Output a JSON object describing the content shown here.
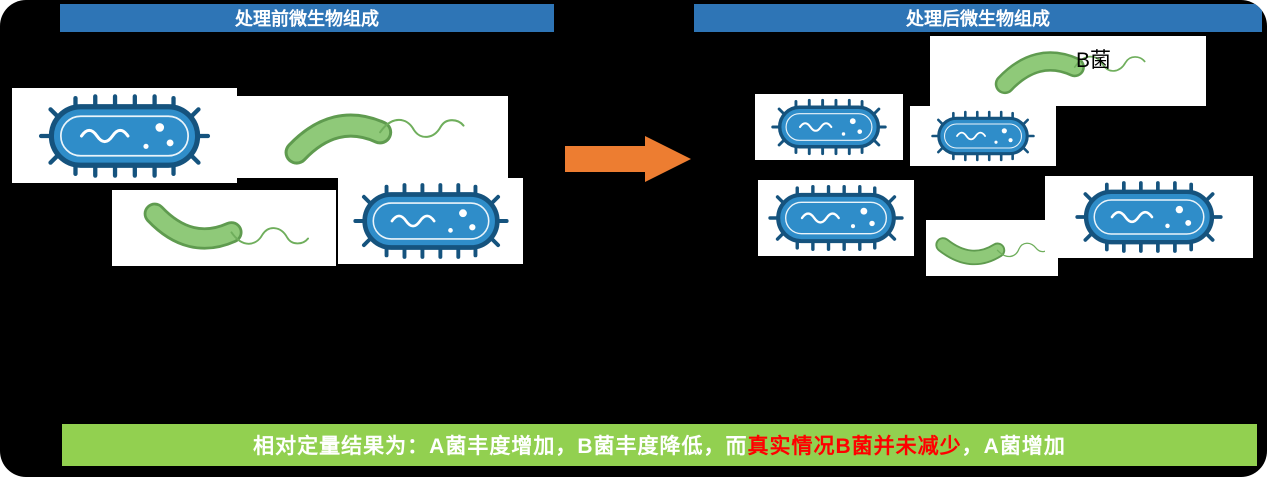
{
  "headers": {
    "before_label": "处理前微生物组成",
    "after_label": "处理后微生物组成"
  },
  "annotation": {
    "b_label": "B菌"
  },
  "caption": {
    "prefix": "相对定量结果为：A菌丰度增加，B菌丰度降低，而",
    "highlight": "真实情况B菌并未减少",
    "suffix": "，A菌增加"
  },
  "icons": {
    "arrow": "arrow-right-icon",
    "bacterium_a": "blue-rod-bacterium-icon",
    "bacterium_b": "green-curved-bacterium-icon"
  },
  "colors": {
    "background": "#000000",
    "header_bar": "#2E75B6",
    "header_text": "#FFFFFF",
    "arrow": "#ED7D31",
    "caption_bar": "#92D050",
    "caption_text": "#FFFFFF",
    "caption_highlight": "#FF0000",
    "bacterium_a_fill": "#2F8DC9",
    "bacterium_a_outline": "#15537E",
    "bacterium_b_fill": "#8FC979",
    "bacterium_b_outline": "#5F9B4F",
    "b_label_text": "#000000"
  }
}
